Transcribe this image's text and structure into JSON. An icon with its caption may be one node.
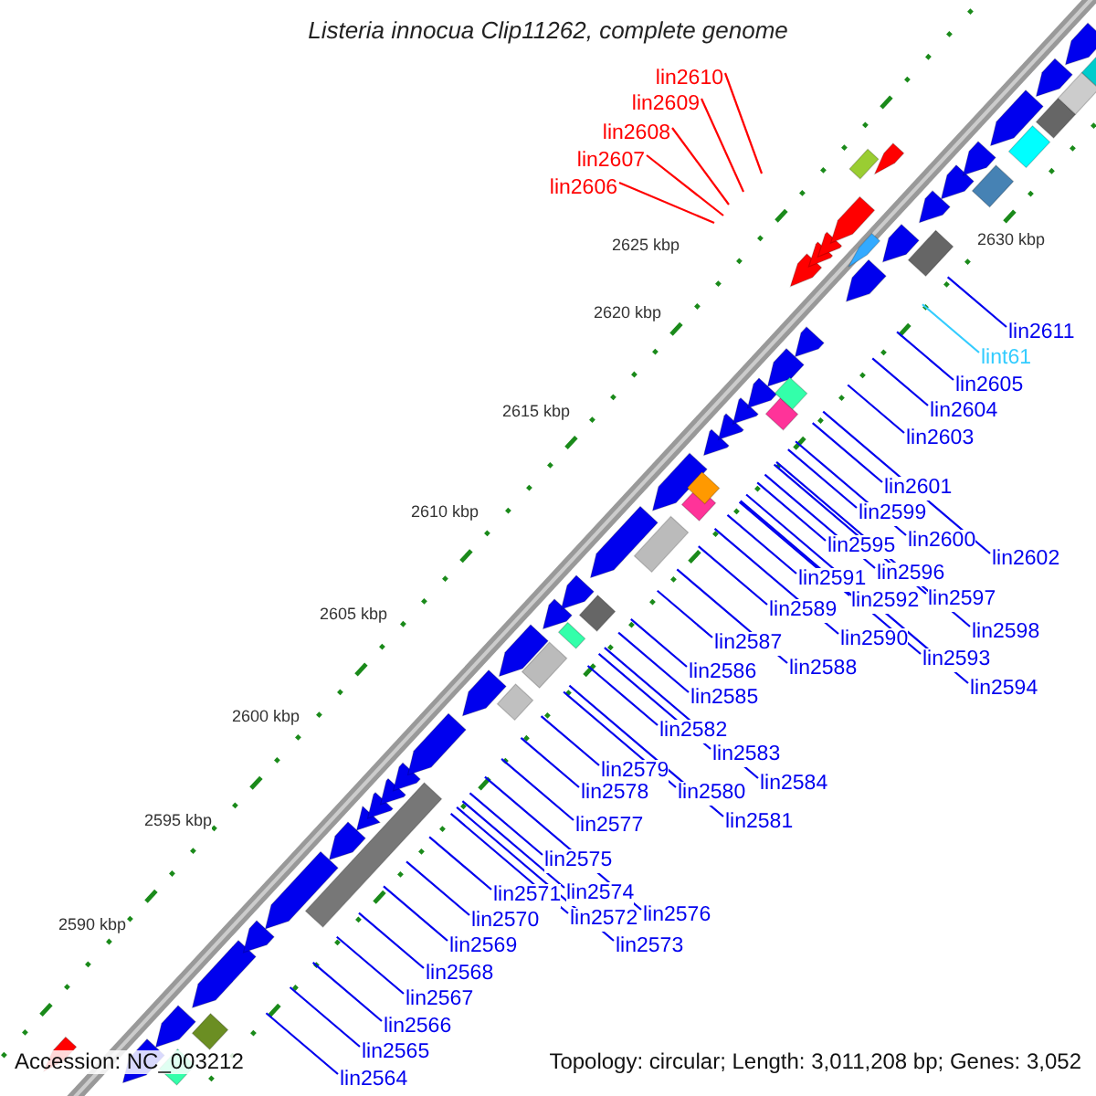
{
  "diagram": {
    "title": "Listeria innocua Clip11262, complete genome",
    "nodes": [
      {
        "text": [
          "lin2610"
        ]
      },
      {
        "text": [
          "lin2609"
        ]
      },
      {
        "text": [
          "lin2608"
        ]
      },
      {
        "text": [
          "lin2607"
        ]
      },
      {
        "text": [
          "lin2606"
        ]
      },
      {
        "text": [
          "lin2611"
        ]
      },
      {
        "text": [
          "lint61"
        ]
      },
      {
        "text": [
          "lin2605"
        ]
      },
      {
        "text": [
          "lin2604"
        ]
      },
      {
        "text": [
          "lin2603"
        ]
      },
      {
        "text": [
          "lin2601"
        ]
      },
      {
        "text": [
          "lin2599"
        ]
      },
      {
        "text": [
          "lin2600"
        ]
      },
      {
        "text": [
          "lin2602"
        ]
      },
      {
        "text": [
          "lin2595"
        ]
      },
      {
        "text": [
          "lin2596"
        ]
      },
      {
        "text": [
          "lin2591"
        ]
      },
      {
        "text": [
          "lin2597"
        ]
      },
      {
        "text": [
          "lin2592"
        ]
      },
      {
        "text": [
          "lin2589"
        ]
      },
      {
        "text": [
          "lin2598"
        ]
      },
      {
        "text": [
          "lin2590"
        ]
      },
      {
        "text": [
          "lin2593"
        ]
      },
      {
        "text": [
          "lin2587"
        ]
      },
      {
        "text": [
          "lin2588"
        ]
      },
      {
        "text": [
          "lin2594"
        ]
      },
      {
        "text": [
          "lin2586"
        ]
      },
      {
        "text": [
          "lin2585"
        ]
      },
      {
        "text": [
          "lin2582"
        ]
      },
      {
        "text": [
          "lin2583"
        ]
      },
      {
        "text": [
          "lin2584"
        ]
      },
      {
        "text": [
          "lin2579"
        ]
      },
      {
        "text": [
          "lin2580"
        ]
      },
      {
        "text": [
          "lin2578"
        ]
      },
      {
        "text": [
          "lin2581"
        ]
      },
      {
        "text": [
          "lin2577"
        ]
      },
      {
        "text": [
          "lin2575"
        ]
      },
      {
        "text": [
          "lin2574"
        ]
      },
      {
        "text": [
          "lin2571"
        ]
      },
      {
        "text": [
          "lin2576"
        ]
      },
      {
        "text": [
          "lin2572"
        ]
      },
      {
        "text": [
          "lin2570"
        ]
      },
      {
        "text": [
          "lin2573"
        ]
      },
      {
        "text": [
          "lin2569"
        ]
      },
      {
        "text": [
          "lin2568"
        ]
      },
      {
        "text": [
          "lin2567"
        ]
      },
      {
        "text": [
          "lin2566"
        ]
      },
      {
        "text": [
          "lin2565"
        ]
      },
      {
        "text": [
          "lin2564"
        ]
      }
    ],
    "edges": [
      {
        "from": 0,
        "to": null,
        "arrow": "none",
        "color": "#ff0000"
      },
      {
        "from": 1,
        "to": null,
        "arrow": "none",
        "color": "#ff0000"
      },
      {
        "from": 2,
        "to": null,
        "arrow": "none",
        "color": "#ff0000"
      },
      {
        "from": 3,
        "to": null,
        "arrow": "none",
        "color": "#ff0000"
      },
      {
        "from": 4,
        "to": null,
        "arrow": "none",
        "color": "#ff0000"
      },
      {
        "from": 5,
        "to": null,
        "arrow": "none"
      },
      {
        "from": 6,
        "to": null,
        "arrow": "none",
        "color": "#33ccff"
      },
      {
        "from": 7,
        "to": null,
        "arrow": "none"
      },
      {
        "from": 8,
        "to": null,
        "arrow": "none"
      },
      {
        "from": 9,
        "to": null,
        "arrow": "none"
      },
      {
        "from": 10,
        "to": null,
        "arrow": "none"
      },
      {
        "from": 11,
        "to": null,
        "arrow": "none"
      },
      {
        "from": 12,
        "to": null,
        "arrow": "none"
      },
      {
        "from": 13,
        "to": null,
        "arrow": "none"
      },
      {
        "from": 14,
        "to": null,
        "arrow": "none"
      },
      {
        "from": 15,
        "to": null,
        "arrow": "none"
      },
      {
        "from": 16,
        "to": null,
        "arrow": "none"
      },
      {
        "from": 17,
        "to": null,
        "arrow": "none"
      },
      {
        "from": 18,
        "to": null,
        "arrow": "none"
      },
      {
        "from": 19,
        "to": null,
        "arrow": "none"
      },
      {
        "from": 20,
        "to": null,
        "arrow": "none"
      },
      {
        "from": 21,
        "to": null,
        "arrow": "none"
      },
      {
        "from": 22,
        "to": null,
        "arrow": "none"
      },
      {
        "from": 23,
        "to": null,
        "arrow": "none"
      },
      {
        "from": 24,
        "to": null,
        "arrow": "none"
      },
      {
        "from": 25,
        "to": null,
        "arrow": "none"
      },
      {
        "from": 26,
        "to": null,
        "arrow": "none"
      },
      {
        "from": 27,
        "to": null,
        "arrow": "none"
      },
      {
        "from": 28,
        "to": null,
        "arrow": "none"
      },
      {
        "from": 29,
        "to": null,
        "arrow": "none"
      },
      {
        "from": 30,
        "to": null,
        "arrow": "none"
      },
      {
        "from": 31,
        "to": null,
        "arrow": "none"
      },
      {
        "from": 32,
        "to": null,
        "arrow": "none"
      },
      {
        "from": 33,
        "to": null,
        "arrow": "none"
      },
      {
        "from": 34,
        "to": null,
        "arrow": "none"
      },
      {
        "from": 35,
        "to": null,
        "arrow": "none"
      },
      {
        "from": 36,
        "to": null,
        "arrow": "none"
      },
      {
        "from": 37,
        "to": null,
        "arrow": "none"
      },
      {
        "from": 38,
        "to": null,
        "arrow": "none"
      },
      {
        "from": 39,
        "to": null,
        "arrow": "none"
      },
      {
        "from": 40,
        "to": null,
        "arrow": "none"
      },
      {
        "from": 41,
        "to": null,
        "arrow": "none"
      },
      {
        "from": 42,
        "to": null,
        "arrow": "none"
      },
      {
        "from": 43,
        "to": null,
        "arrow": "none"
      },
      {
        "from": 44,
        "to": null,
        "arrow": "none"
      },
      {
        "from": 45,
        "to": null,
        "arrow": "none"
      },
      {
        "from": 46,
        "to": null,
        "arrow": "none"
      },
      {
        "from": 47,
        "to": null,
        "arrow": "none"
      },
      {
        "from": 48,
        "to": null,
        "arrow": "none"
      }
    ],
    "labels": [
      "2630 kbp",
      "2625 kbp",
      "2620 kbp",
      "2615 kbp",
      "2610 kbp",
      "2605 kbp",
      "2600 kbp",
      "2595 kbp",
      "2590 kbp",
      "Accession: NC_003212",
      "Topology: circular; Length: 3,011,208 bp; Genes: 3,052"
    ]
  }
}
